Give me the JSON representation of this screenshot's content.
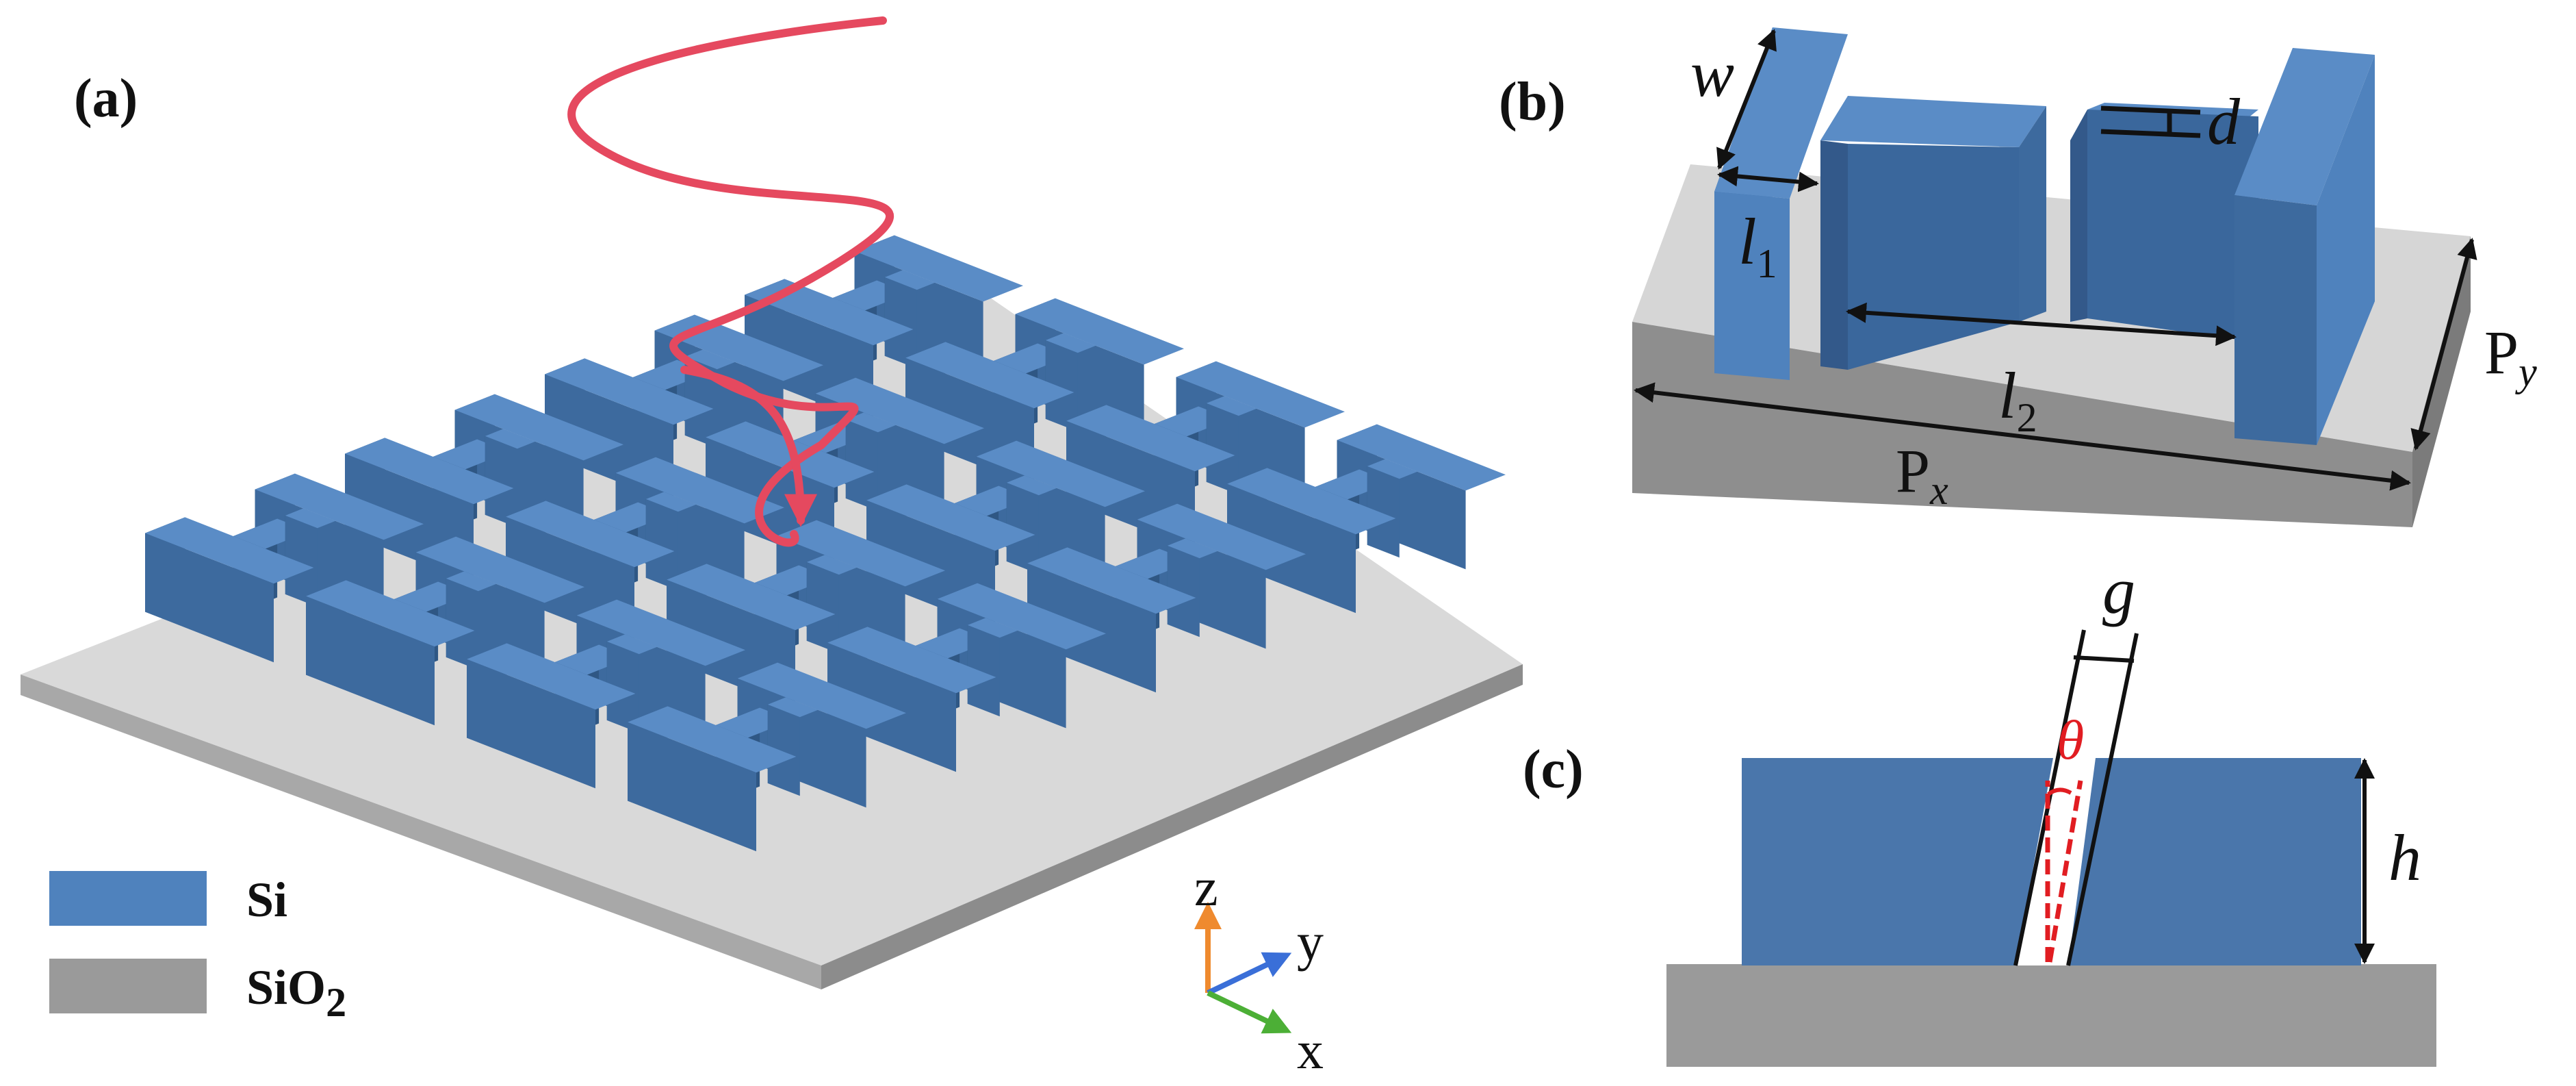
{
  "figure": {
    "panels": {
      "a": "(a)",
      "b": "(b)",
      "c": "(c)"
    },
    "legend": [
      {
        "label": "Si",
        "color": "#4f82bd"
      },
      {
        "label": "SiO",
        "sub": "2",
        "color": "#9a9a9a"
      }
    ],
    "axes": {
      "z": "z",
      "y": "y",
      "x": "x"
    },
    "dimensions": {
      "w": "w",
      "l1": {
        "base": "l",
        "sub": "1"
      },
      "l2": {
        "base": "l",
        "sub": "2"
      },
      "d": "d",
      "px": {
        "base": "P",
        "sub": "x"
      },
      "py": {
        "base": "P",
        "sub": "y"
      },
      "g": "g",
      "theta": "θ",
      "h": "h"
    },
    "colors": {
      "si_top": "#5a8cc6",
      "si_front": "#3d6a9e",
      "si_side": "#2f5784",
      "substrate_top": "#d9d9d9",
      "substrate_side": "#9a9a9a",
      "wave": "#e5495f",
      "axis_z": "#ef8a2e",
      "axis_y": "#3a6fd8",
      "axis_x": "#4caf36",
      "theta": "#e11d22"
    },
    "array_grid": {
      "rows": 4,
      "cols": 4
    }
  }
}
